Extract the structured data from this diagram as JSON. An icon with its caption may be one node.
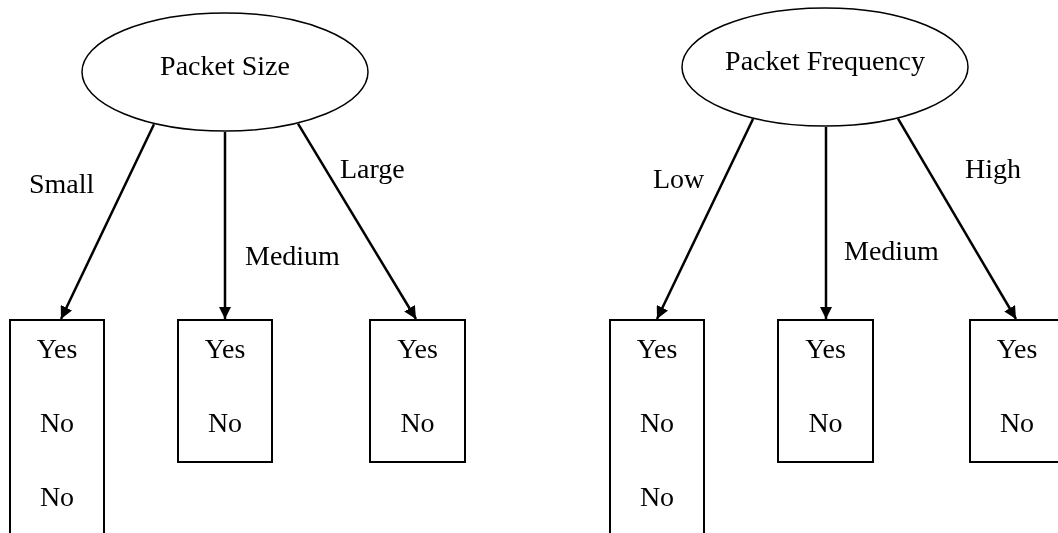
{
  "diagram": {
    "nodes": [
      {
        "text": [
          "Packet Size"
        ]
      },
      {
        "text": [
          "Yes",
          "No",
          "No"
        ]
      },
      {
        "text": [
          "Yes",
          "No"
        ]
      },
      {
        "text": [
          "Yes",
          "No"
        ]
      },
      {
        "text": [
          "Packet Frequency"
        ]
      },
      {
        "text": [
          "Yes",
          "No",
          "No"
        ]
      },
      {
        "text": [
          "Yes",
          "No"
        ]
      },
      {
        "text": [
          "Yes",
          "No"
        ]
      }
    ],
    "edges": [
      {
        "from": 0,
        "to": 1,
        "arrow": "to",
        "label": "Small"
      },
      {
        "from": 0,
        "to": 2,
        "arrow": "to",
        "label": "Medium"
      },
      {
        "from": 0,
        "to": 3,
        "arrow": "to",
        "label": "Large"
      },
      {
        "from": 4,
        "to": 5,
        "arrow": "to",
        "label": "Low"
      },
      {
        "from": 4,
        "to": 6,
        "arrow": "to",
        "label": "Medium"
      },
      {
        "from": 4,
        "to": 7,
        "arrow": "to",
        "label": "High"
      }
    ]
  }
}
